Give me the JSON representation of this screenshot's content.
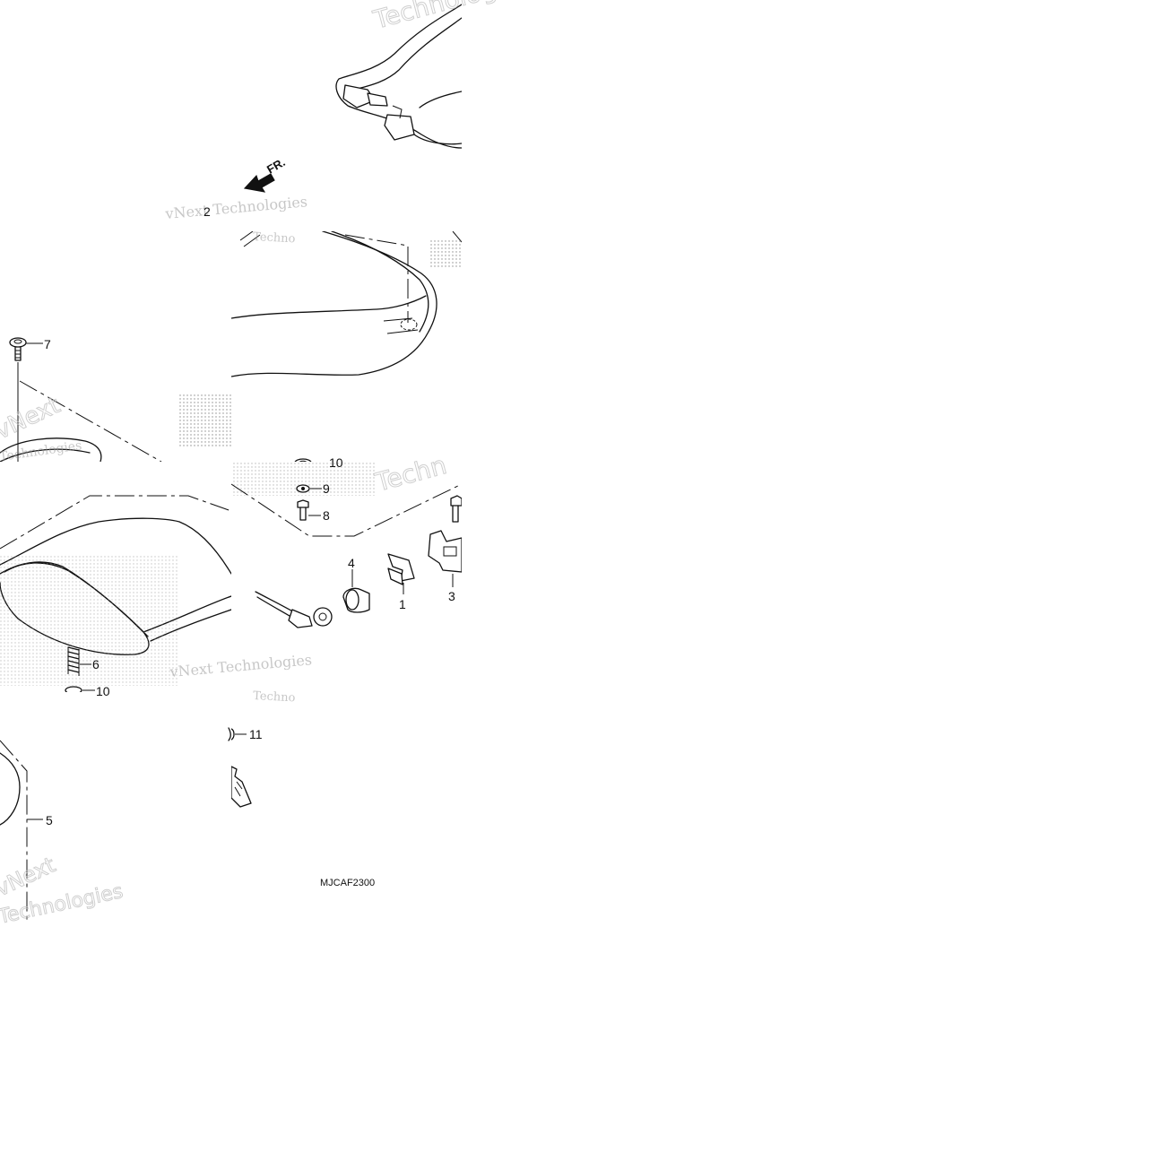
{
  "diagram": {
    "code": "MJCAF2300",
    "direction_label": "FR.",
    "callouts": [
      "1",
      "2",
      "3",
      "4",
      "5",
      "6",
      "7",
      "8",
      "9",
      "10",
      "10",
      "11"
    ]
  },
  "watermarks": [
    "vNext Technologies",
    "Technologies",
    "vNext",
    "Techn",
    "Techno"
  ],
  "colors": {
    "line": "#111111",
    "watermark": "#9a9a9a",
    "background": "#ffffff"
  },
  "icons": [
    "arrow-left-icon"
  ]
}
